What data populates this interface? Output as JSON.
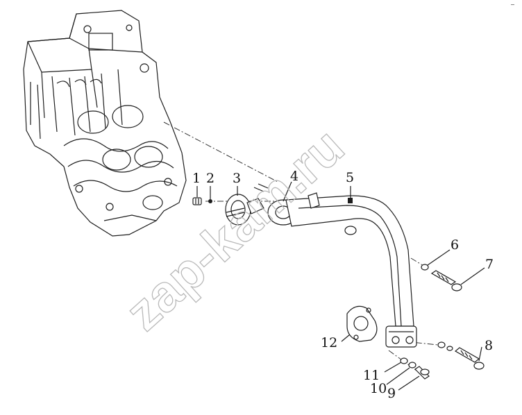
{
  "diagram": {
    "corner_mark": "–",
    "watermark": "zap-kam.ru",
    "callouts": [
      {
        "id": "c1",
        "label": "1"
      },
      {
        "id": "c2",
        "label": "2"
      },
      {
        "id": "c3",
        "label": "3"
      },
      {
        "id": "c4",
        "label": "4"
      },
      {
        "id": "c5",
        "label": "5"
      },
      {
        "id": "c6",
        "label": "6"
      },
      {
        "id": "c7",
        "label": "7"
      },
      {
        "id": "c8",
        "label": "8"
      },
      {
        "id": "c9",
        "label": "9"
      },
      {
        "id": "c10",
        "label": "10"
      },
      {
        "id": "c11",
        "label": "11"
      },
      {
        "id": "c12",
        "label": "12"
      }
    ]
  }
}
